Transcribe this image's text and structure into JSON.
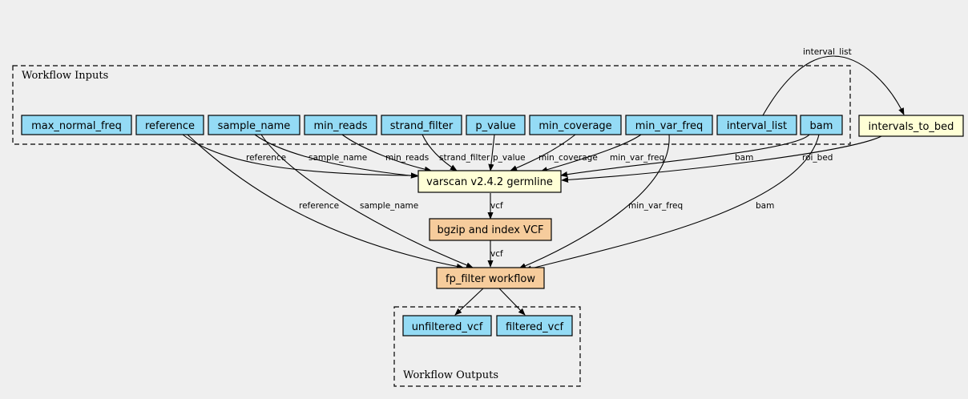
{
  "clusters": {
    "inputs_label": "Workflow Inputs",
    "outputs_label": "Workflow Outputs"
  },
  "inputs": {
    "max_normal_freq": "max_normal_freq",
    "reference": "reference",
    "sample_name": "sample_name",
    "min_reads": "min_reads",
    "strand_filter": "strand_filter",
    "p_value": "p_value",
    "min_coverage": "min_coverage",
    "min_var_freq": "min_var_freq",
    "interval_list": "interval_list",
    "bam": "bam"
  },
  "steps": {
    "intervals_to_bed": "intervals_to_bed",
    "varscan": "varscan v2.4.2 germline",
    "bgzip": "bgzip and index VCF",
    "fp_filter": "fp_filter workflow"
  },
  "outputs": {
    "unfiltered_vcf": "unfiltered_vcf",
    "filtered_vcf": "filtered_vcf"
  },
  "edge_labels": {
    "interval_list_to_bed": "interval_list",
    "reference_varscan": "reference",
    "sample_name_varscan": "sample_name",
    "min_reads_varscan": "min_reads",
    "strand_filter_varscan": "strand_filter",
    "p_value_varscan": "p_value",
    "min_coverage_varscan": "min_coverage",
    "min_var_freq_varscan": "min_var_freq",
    "bam_varscan": "bam",
    "roi_bed_varscan": "roi_bed",
    "varscan_vcf": "vcf",
    "bgzip_vcf": "vcf",
    "reference_fp": "reference",
    "sample_name_fp": "sample_name",
    "min_var_freq_fp": "min_var_freq",
    "bam_fp": "bam"
  }
}
